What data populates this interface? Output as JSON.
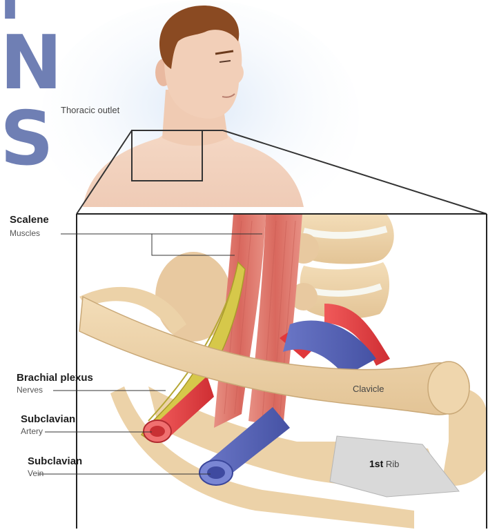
{
  "overlay_letters": [
    "I",
    "N",
    "S"
  ],
  "colors": {
    "letters": "#6f7fb4",
    "skin": "#f3d5c2",
    "hair": "#8a4a22",
    "bone": "#ecd2a8",
    "muscle": "#e07d72",
    "nerve": "#d6c84a",
    "artery": "#e0383c",
    "vein": "#5864b4",
    "rib_cartilage": "#d9d9d9"
  },
  "labels": {
    "thoracic_outlet": "Thoracic outlet",
    "scalene": {
      "title": "Scalene",
      "sub": "Muscles"
    },
    "brachial_plexus": {
      "title": "Brachial plexus",
      "sub": "Nerves"
    },
    "subclavian_artery": {
      "title": "Subclavian",
      "sub": "Artery"
    },
    "subclavian_vein": {
      "title": "Subclavian",
      "sub": "Vein"
    },
    "clavicle": "Clavicle",
    "first_rib": {
      "bold": "1st",
      "rest": "Rib"
    }
  }
}
